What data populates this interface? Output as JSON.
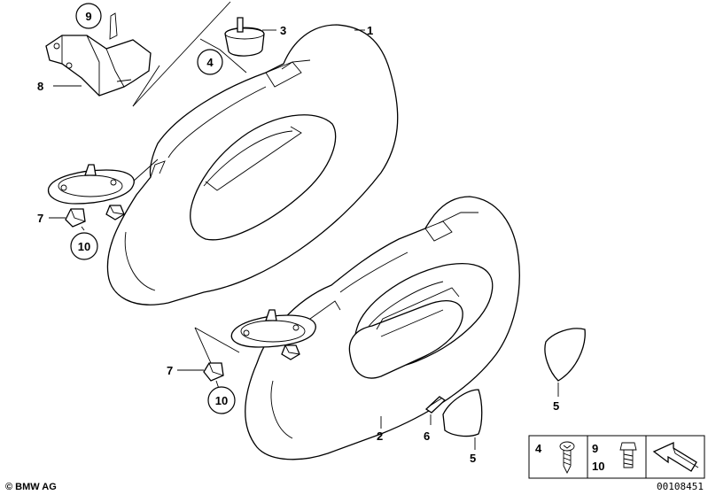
{
  "labels": {
    "l1": "1",
    "l2": "2",
    "l3": "3",
    "l4": "4",
    "l5a": "5",
    "l5b": "5",
    "l6": "6",
    "l7a": "7",
    "l7b": "7",
    "l8": "8",
    "l9": "9",
    "l10a": "10",
    "l10b": "10"
  },
  "legend": {
    "k4": "4",
    "k9": "9",
    "k10": "10"
  },
  "footer": {
    "copyright": "© BMW AG",
    "reference": "00108451"
  }
}
